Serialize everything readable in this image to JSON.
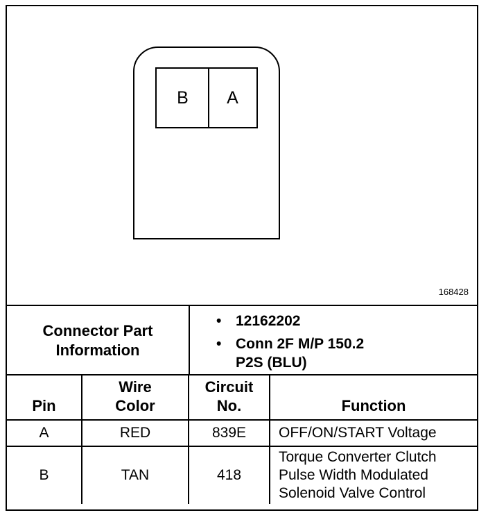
{
  "diagram": {
    "pins": [
      "B",
      "A"
    ],
    "figure_id": "168428"
  },
  "connector_info": {
    "label": "Connector Part\nInformation",
    "items": [
      "12162202",
      "Conn 2F M/P 150.2\nP2S (BLU)"
    ]
  },
  "table": {
    "headers": [
      "Pin",
      "Wire\nColor",
      "Circuit\nNo.",
      "Function"
    ],
    "rows": [
      {
        "pin": "A",
        "wire_color": "RED",
        "circuit": "839E",
        "function": "OFF/ON/START Voltage"
      },
      {
        "pin": "B",
        "wire_color": "TAN",
        "circuit": "418",
        "function": "Torque Converter Clutch\nPulse Width Modulated\nSolenoid Valve Control"
      }
    ]
  }
}
